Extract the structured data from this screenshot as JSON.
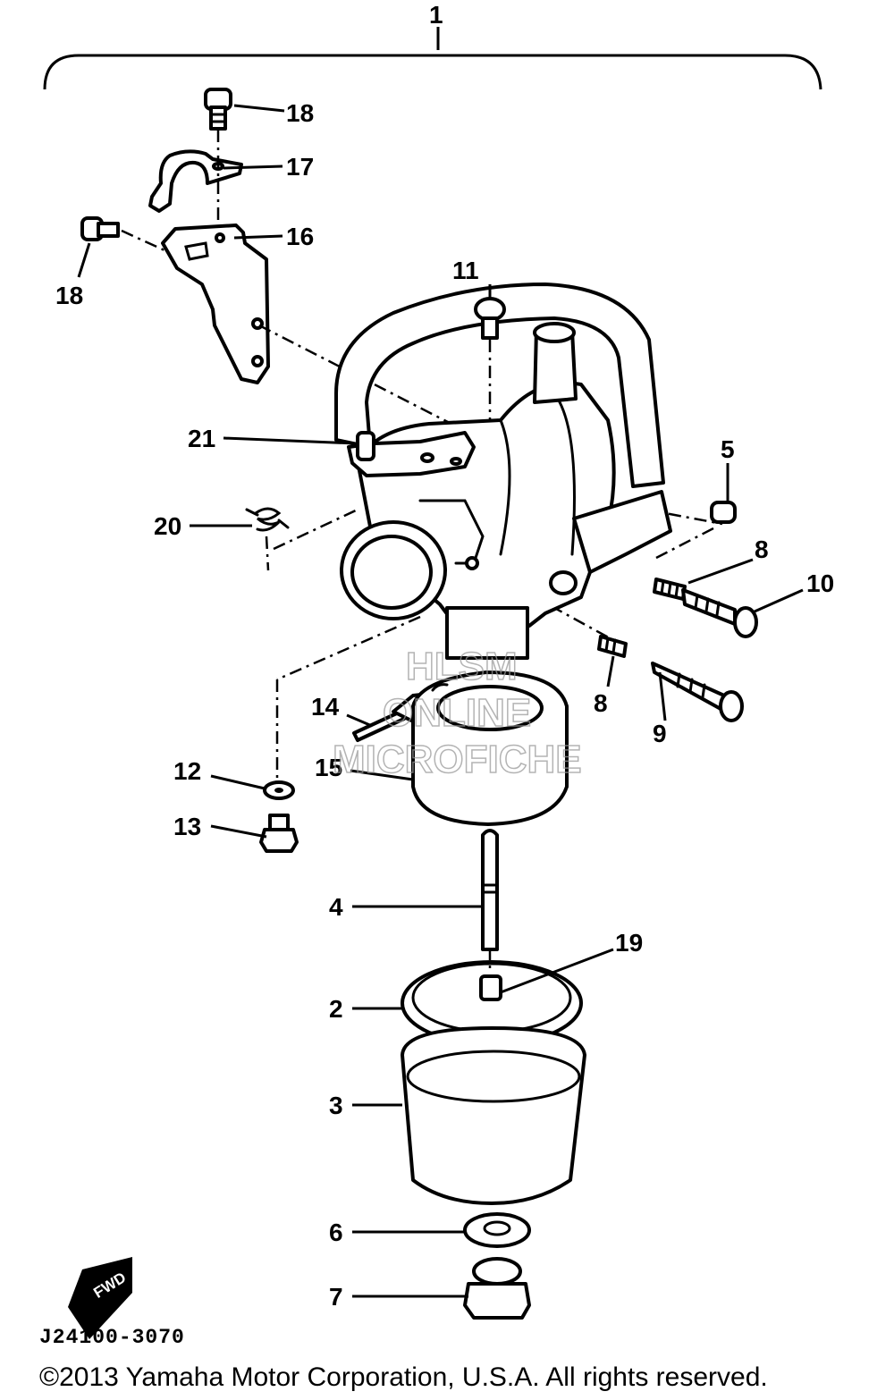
{
  "diagram": {
    "assembly_number": "1",
    "figure_code": "J24100-3070",
    "copyright": "©2013 Yamaha Motor Corporation, U.S.A. All rights reserved.",
    "watermark": [
      "HLSM",
      "ONLINE",
      "MICROFICHE"
    ],
    "direction_marker": "FWD",
    "callouts": [
      {
        "id": "c18a",
        "label": "18"
      },
      {
        "id": "c17",
        "label": "17"
      },
      {
        "id": "c16",
        "label": "16"
      },
      {
        "id": "c18b",
        "label": "18"
      },
      {
        "id": "c11",
        "label": "11"
      },
      {
        "id": "c21",
        "label": "21"
      },
      {
        "id": "c5",
        "label": "5"
      },
      {
        "id": "c20",
        "label": "20"
      },
      {
        "id": "c8a",
        "label": "8"
      },
      {
        "id": "c10",
        "label": "10"
      },
      {
        "id": "c8b",
        "label": "8"
      },
      {
        "id": "c9",
        "label": "9"
      },
      {
        "id": "c14",
        "label": "14"
      },
      {
        "id": "c15",
        "label": "15"
      },
      {
        "id": "c12",
        "label": "12"
      },
      {
        "id": "c13",
        "label": "13"
      },
      {
        "id": "c4",
        "label": "4"
      },
      {
        "id": "c19",
        "label": "19"
      },
      {
        "id": "c2",
        "label": "2"
      },
      {
        "id": "c3",
        "label": "3"
      },
      {
        "id": "c6",
        "label": "6"
      },
      {
        "id": "c7",
        "label": "7"
      }
    ]
  }
}
